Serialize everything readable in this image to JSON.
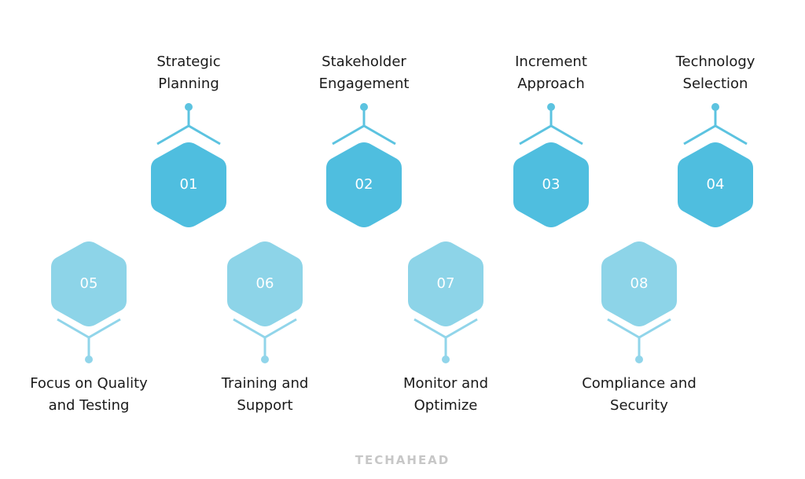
{
  "colors": {
    "top_hex": "#4fbedf",
    "bottom_hex": "#8dd4e8",
    "top_line": "#5cc3e0",
    "bottom_line": "#91d5ea",
    "text": "#1a1a1a",
    "brand": "#c7c7c7"
  },
  "top_steps": [
    {
      "number": "01",
      "line1": "Strategic",
      "line2": "Planning"
    },
    {
      "number": "02",
      "line1": "Stakeholder",
      "line2": "Engagement"
    },
    {
      "number": "03",
      "line1": "Increment",
      "line2": "Approach"
    },
    {
      "number": "04",
      "line1": "Technology",
      "line2": "Selection"
    }
  ],
  "bottom_steps": [
    {
      "number": "05",
      "line1": "Focus on Quality",
      "line2": "and Testing"
    },
    {
      "number": "06",
      "line1": "Training and",
      "line2": "Support"
    },
    {
      "number": "07",
      "line1": "Monitor and",
      "line2": "Optimize"
    },
    {
      "number": "08",
      "line1": "Compliance and",
      "line2": "Security"
    }
  ],
  "brand": "TECHAHEAD"
}
